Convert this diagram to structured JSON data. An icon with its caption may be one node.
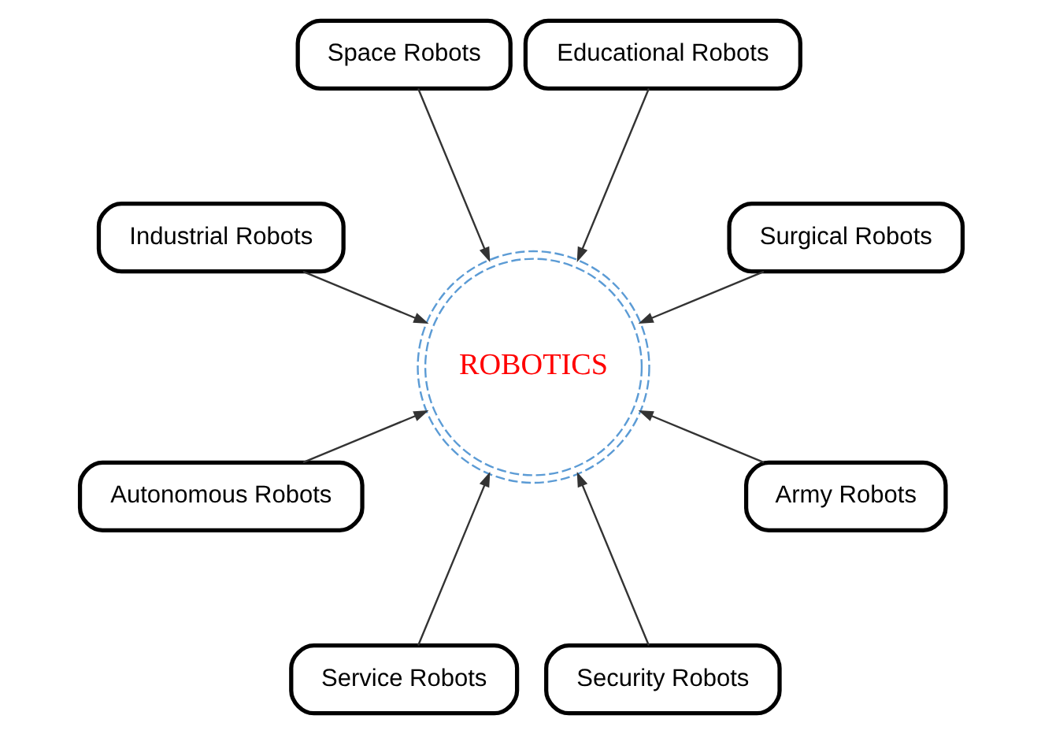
{
  "diagram": {
    "nodes": [
      {
        "text": [
          "ROBOTICS"
        ]
      },
      {
        "text": [
          "Surgical Robots"
        ]
      },
      {
        "text": [
          "Army Robots"
        ]
      },
      {
        "text": [
          "Educational Robots"
        ]
      },
      {
        "text": [
          "Security Robots"
        ]
      },
      {
        "text": [
          "Space Robots"
        ]
      },
      {
        "text": [
          "Service Robots"
        ]
      },
      {
        "text": [
          "Industrial Robots"
        ]
      },
      {
        "text": [
          "Autonomous Robots"
        ]
      }
    ],
    "edges": [
      {
        "from": 1,
        "to": 0,
        "arrow": "to"
      },
      {
        "from": 2,
        "to": 0,
        "arrow": "to"
      },
      {
        "from": 3,
        "to": 0,
        "arrow": "to"
      },
      {
        "from": 4,
        "to": 0,
        "arrow": "to"
      },
      {
        "from": 5,
        "to": 0,
        "arrow": "to"
      },
      {
        "from": 6,
        "to": 0,
        "arrow": "to"
      },
      {
        "from": 7,
        "to": 0,
        "arrow": "to"
      },
      {
        "from": 8,
        "to": 0,
        "arrow": "to"
      }
    ]
  }
}
